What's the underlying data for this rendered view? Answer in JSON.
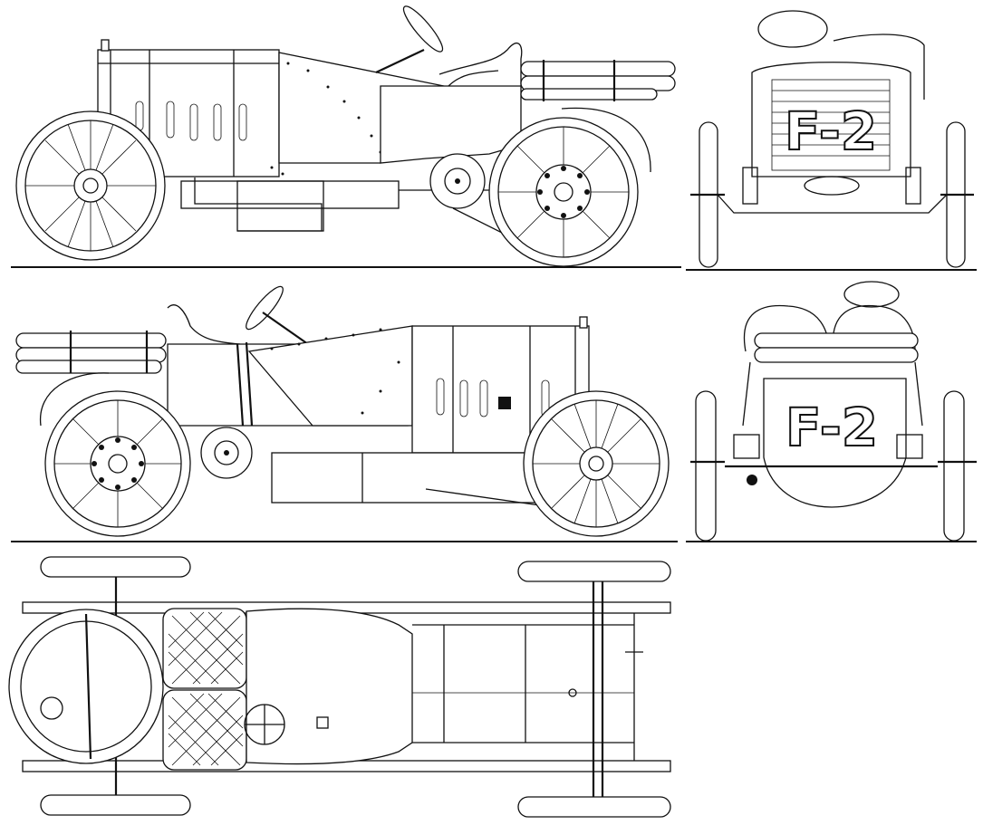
{
  "drawing": {
    "race_number": "F-2",
    "views": [
      "side-right",
      "side-left",
      "front",
      "rear",
      "top"
    ]
  },
  "colors": {
    "ink": "#111111",
    "paper": "#ffffff"
  }
}
